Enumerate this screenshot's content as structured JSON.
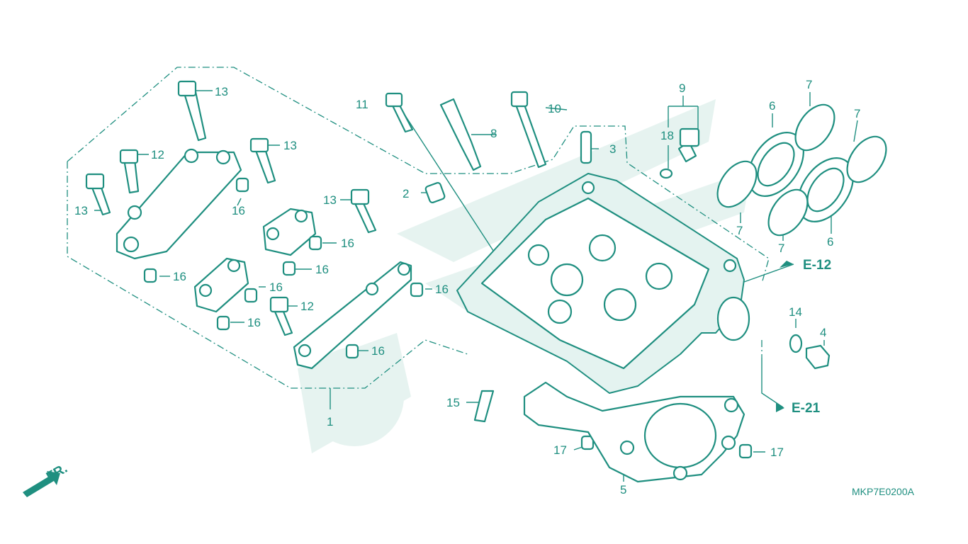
{
  "diagram": {
    "part_numbers": [
      "1",
      "2",
      "3",
      "4",
      "5",
      "6",
      "6",
      "7",
      "7",
      "7",
      "7",
      "8",
      "9",
      "10",
      "11",
      "12",
      "12",
      "13",
      "13",
      "13",
      "13",
      "14",
      "15",
      "16",
      "16",
      "16",
      "16",
      "16",
      "16",
      "16",
      "16",
      "17",
      "17",
      "18"
    ],
    "refs": {
      "e12": "E-12",
      "e21": "E-21"
    },
    "front_label": "FR.",
    "drawing_code": "MKP7E0200A",
    "colors": {
      "line": "#1f8f80",
      "watermark": "#e6f3f0",
      "background": "#ffffff"
    }
  }
}
